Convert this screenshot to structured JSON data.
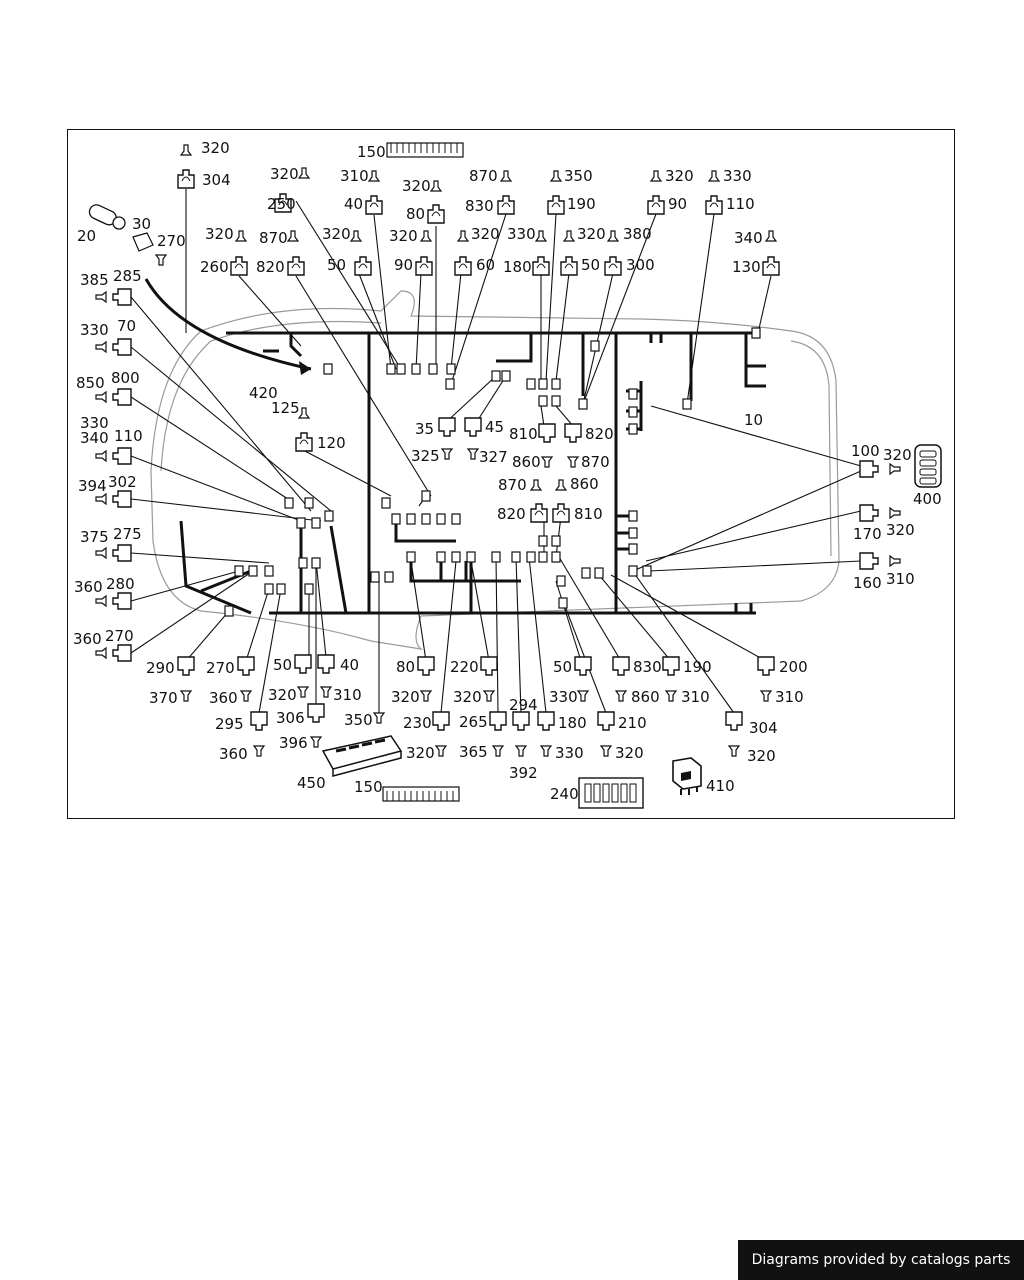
{
  "footer_text": "Diagrams provided by catalogs parts",
  "labels": {
    "l150_top": "150",
    "l320_tl": "320",
    "l304_tl": "304",
    "l20": "20",
    "l30": "30",
    "l270_tl": "270",
    "l320_250": "320",
    "l250": "250",
    "l310_40": "310",
    "l40_top": "40",
    "l320_80": "320",
    "l80_top": "80",
    "l870_830": "870",
    "l830": "830",
    "l350": "350",
    "l190_top": "190",
    "l320_90": "320",
    "l90_top": "90",
    "l330_110": "330",
    "l110_top": "110",
    "l320_260": "320",
    "l260": "260",
    "l870_820": "870",
    "l820_top": "820",
    "l320_50": "320",
    "l50_top": "50",
    "l320_90b": "320",
    "l90b": "90",
    "l320_60": "320",
    "l60": "60",
    "l330_180": "330",
    "l180_top": "180",
    "l320_50b": "320",
    "l50b_top": "50",
    "l380": "380",
    "l300": "300",
    "l340_130": "340",
    "l130": "130",
    "l385": "385",
    "l285": "285",
    "l330_l": "330",
    "l70": "70",
    "l850": "850",
    "l800": "800",
    "l330_l2": "330",
    "l340_l": "340",
    "l110_l": "110",
    "l394": "394",
    "l302": "302",
    "l375": "375",
    "l275": "275",
    "l360_l": "360",
    "l280": "280",
    "l360_l2": "360",
    "l270_l": "270",
    "l420": "420",
    "l125": "125",
    "l120": "120",
    "l35": "35",
    "l45": "45",
    "l325": "325",
    "l327": "327",
    "l810_a": "810",
    "l820_a": "820",
    "l860_a": "860",
    "l870_a": "870",
    "l870_b": "870",
    "l860_b": "860",
    "l820_b": "820",
    "l810_b": "810",
    "l10": "10",
    "l100": "100",
    "l320_r1": "320",
    "l400": "400",
    "l170": "170",
    "l320_r2": "320",
    "l160": "160",
    "l310_r": "310",
    "l290": "290",
    "l370": "370",
    "l270_b": "270",
    "l360_b": "360",
    "l295": "295",
    "l360_b2": "360",
    "l50_b": "50",
    "l320_b": "320",
    "l40_b": "40",
    "l310_b": "310",
    "l306": "306",
    "l396": "396",
    "l350_b": "350",
    "l450": "450",
    "l150_b": "150",
    "l80_b": "80",
    "l320_b2": "320",
    "l230": "230",
    "l320_b3": "320",
    "l220": "220",
    "l320_b4": "320",
    "l265": "265",
    "l365": "365",
    "l294": "294",
    "l392": "392",
    "l180_b": "180",
    "l330_b": "330",
    "l50_c": "50",
    "l330_c": "330",
    "l830_b": "830",
    "l860_c": "860",
    "l210": "210",
    "l320_c": "320",
    "l190_b": "190",
    "l310_c": "310",
    "l200": "200",
    "l310_d": "310",
    "l304_b": "304",
    "l320_d": "320",
    "l240": "240",
    "l410": "410"
  },
  "colors": {
    "line": "#111111",
    "vehicle_outline": "#9a9a9a",
    "footer_bg": "#111111",
    "footer_text": "#ffffff"
  }
}
